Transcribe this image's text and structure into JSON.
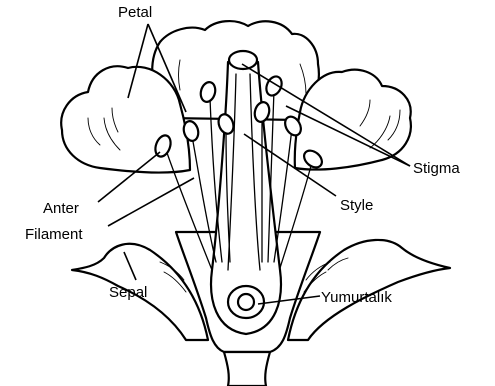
{
  "labels": {
    "petal": "Petal",
    "stigma": "Stigma",
    "anter": "Anter",
    "filament": "Filament",
    "style": "Style",
    "sepal": "Sepal",
    "yumurtalik": "Yumurtalık"
  },
  "colors": {
    "line": "#000000",
    "background": "#ffffff"
  }
}
